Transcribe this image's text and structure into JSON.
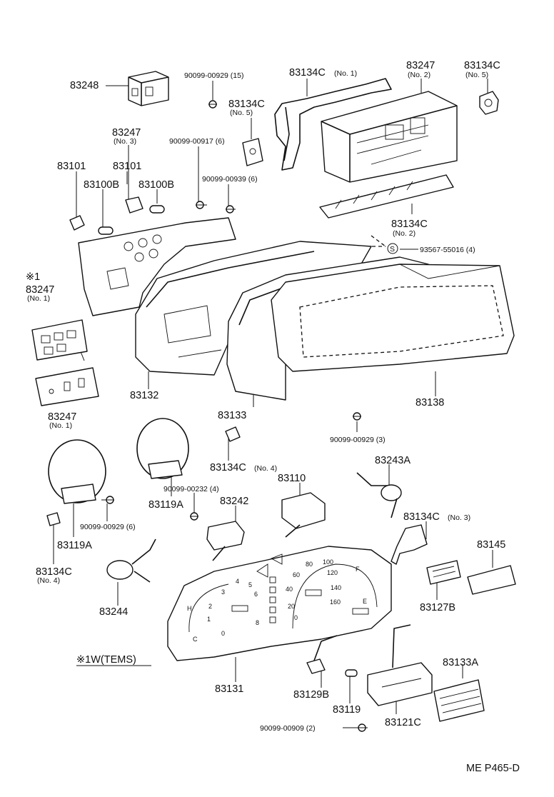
{
  "labels": {
    "p83248": "83248",
    "p90099_00929_15": "90099-00929 (15)",
    "p83134C_no1": "83134C",
    "p83134C_no1_sub": "(No. 1)",
    "p83247_no2": "83247",
    "p83247_no2_sub": "(No. 2)",
    "p83134C_no5_r": "83134C",
    "p83134C_no5_r_sub": "(No. 5)",
    "p83134C_no5_c": "83134C",
    "p83134C_no5_c_sub": "(No. 5)",
    "p83247_no3": "83247",
    "p83247_no3_sub": "(No. 3)",
    "p90099_00917_6": "90099-00917 (6)",
    "p83101_a": "83101",
    "p83101_b": "83101",
    "p83100B_a": "83100B",
    "p83100B_b": "83100B",
    "p90099_00939_6": "90099-00939 (6)",
    "p83134C_no2": "83134C",
    "p83134C_no2_sub": "(No. 2)",
    "s_mark": "S",
    "p93567_55016_4": "93567-55016 (4)",
    "note1_mark": "※1",
    "p83247_no1_top": "83247",
    "p83247_no1_top_sub": "(No. 1)",
    "p83132": "83132",
    "p83133": "83133",
    "p83138": "83138",
    "p83247_no1_bot": "83247",
    "p83247_no1_bot_sub": "(No. 1)",
    "p90099_00929_3": "90099-00929 (3)",
    "p83134C_no4_c": "83134C",
    "p83134C_no4_c_sub": "(No. 4)",
    "p83243A": "83243A",
    "p83110": "83110",
    "p83119A_c": "83119A",
    "p90099_00232_4": "90099-00232 (4)",
    "p83242": "83242",
    "p83134C_no3": "83134C",
    "p83134C_no3_sub": "(No. 3)",
    "p83145": "83145",
    "p90099_00929_6": "90099-00929 (6)",
    "p83119A_l": "83119A",
    "p83134C_no4_l": "83134C",
    "p83134C_no4_l_sub": "(No. 4)",
    "p83127B": "83127B",
    "p83244": "83244",
    "legend_note": "※1W(TEMS)",
    "p83131": "83131",
    "p83129B": "83129B",
    "p83133A": "83133A",
    "p83119": "83119",
    "p90099_00909_2": "90099-00909 (2)",
    "p83121C": "83121C",
    "diagram_code": "ME P465-D"
  },
  "dial": {
    "tacho": [
      "0",
      "1",
      "2",
      "3",
      "4",
      "5",
      "6"
    ],
    "speedo": [
      "0",
      "20",
      "40",
      "60",
      "80",
      "100",
      "120",
      "140",
      "160"
    ],
    "temp_h": "H",
    "temp_c": "C",
    "fuel_f": "F",
    "fuel_e": "E",
    "tacho_8": "8"
  }
}
